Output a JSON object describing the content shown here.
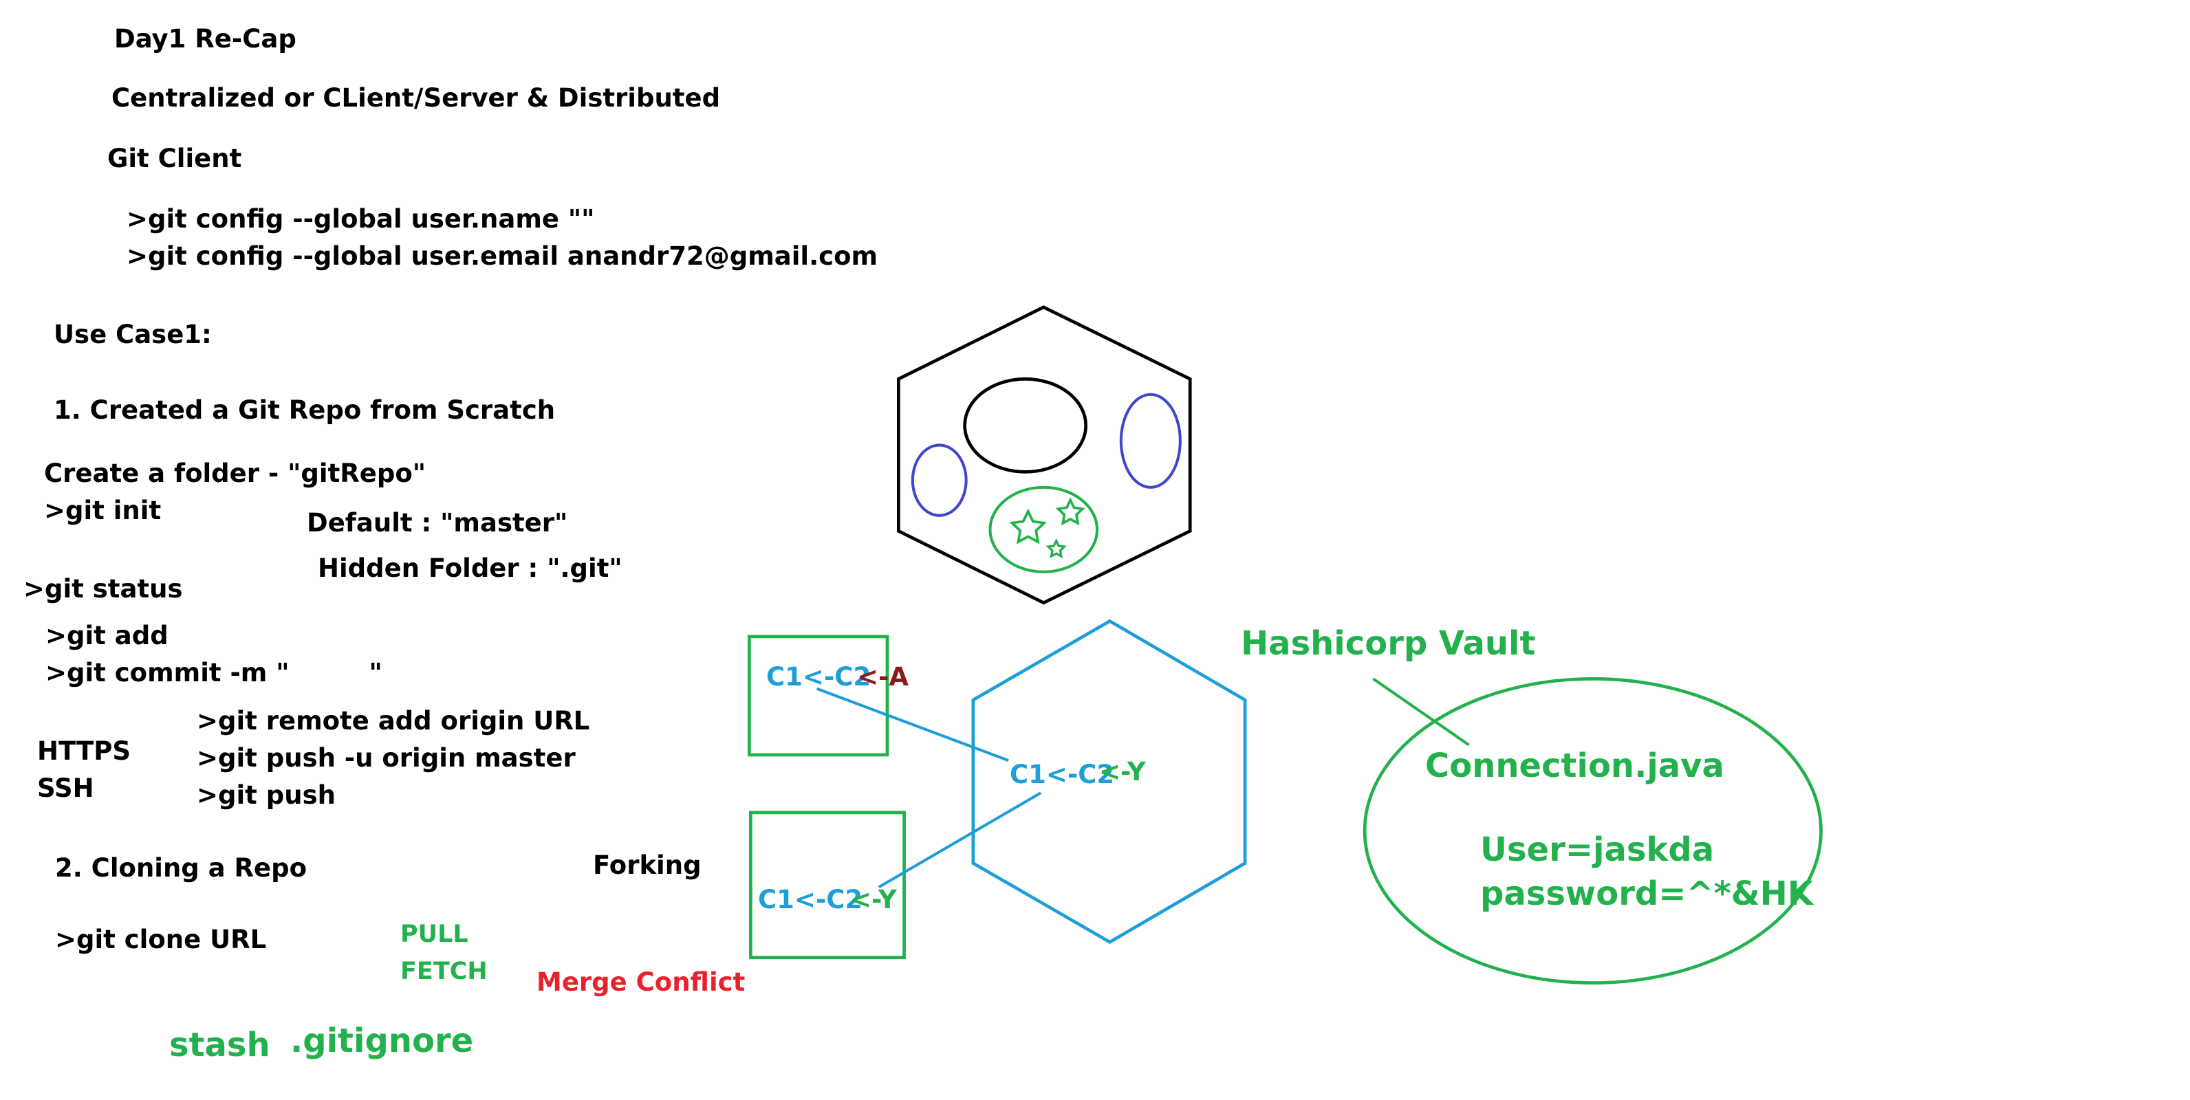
{
  "notes": {
    "title": "Day1 Re-Cap",
    "models": "Centralized or CLient/Server & Distributed",
    "git_client": "Git Client",
    "config_name": ">git config --global user.name \"\"",
    "config_email": ">git config --global user.email anandr72@gmail.com",
    "use_case": "Use Case1:",
    "step1": "1. Created a Git Repo from Scratch",
    "create_folder": "Create a folder - \"gitRepo\"",
    "git_init": ">git init",
    "default_branch": "Default : \"master\"",
    "hidden_folder": "Hidden Folder : \".git\"",
    "git_status": ">git status",
    "git_add": ">git add",
    "git_commit": ">git commit -m \"         \"",
    "remote_add": ">git remote add origin URL",
    "push_u": ">git push -u origin master",
    "push": ">git push",
    "https": "HTTPS",
    "ssh": "SSH",
    "step2": "2. Cloning a Repo",
    "forking": "Forking",
    "git_clone": ">git clone URL",
    "pull": "PULL",
    "fetch": "FETCH",
    "merge_conflict": "Merge Conflict",
    "stash": "stash",
    "gitignore": ".gitignore"
  },
  "diagram": {
    "box_top_commits": "C1<-C2",
    "box_top_ref": "<-A",
    "hex_commits": "C1<-C2",
    "hex_ref": "<-Y",
    "box_bottom_commits": "C1<-C2",
    "box_bottom_ref": "<-Y",
    "vault_title": "Hashicorp Vault",
    "vault_file": "Connection.java",
    "vault_user": "User=jaskda",
    "vault_password": "password=^*&HK"
  },
  "colors": {
    "black": "#000000",
    "green": "#22b14c",
    "blue": "#1e9ed8",
    "dark_blue": "#3f48cc",
    "red": "#e8222c",
    "dark_red": "#8b1a1a"
  }
}
